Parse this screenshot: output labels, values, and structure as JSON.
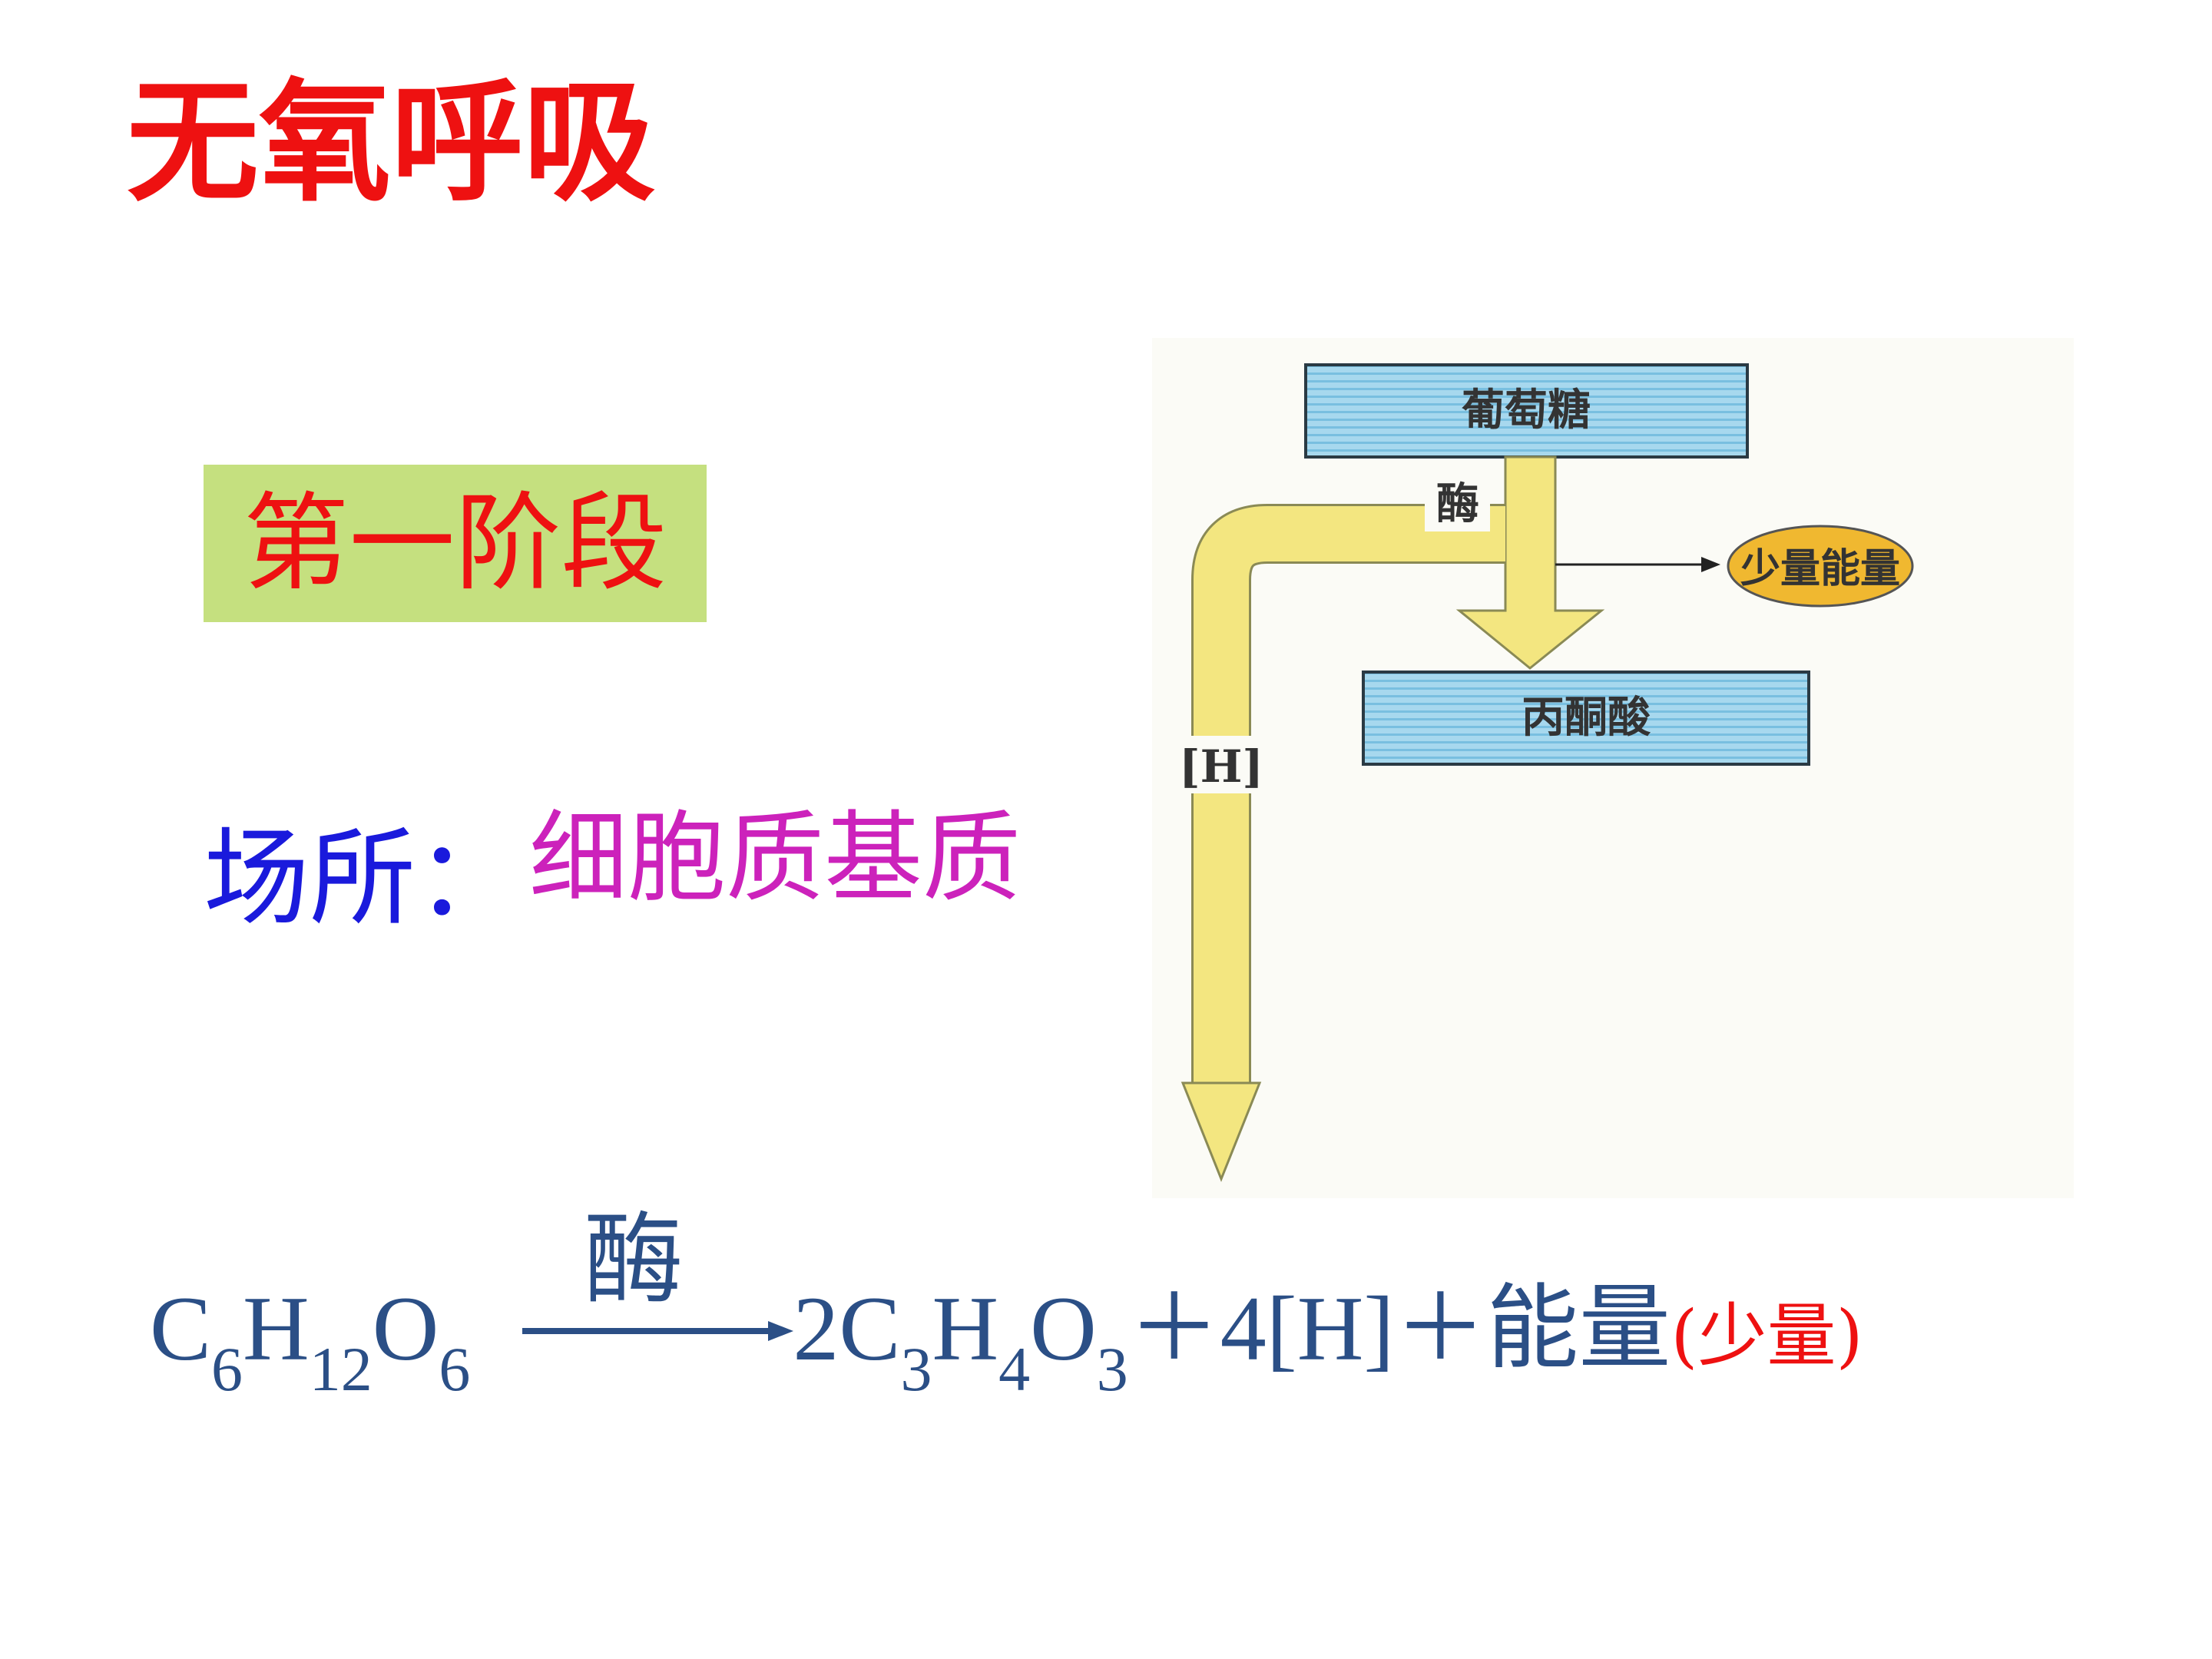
{
  "title": "无氧呼吸",
  "stage": "第一阶段",
  "location": {
    "label": "场所：",
    "value": "细胞质基质"
  },
  "diagram": {
    "glucose": "葡萄糖",
    "enzyme": "酶",
    "energy": "少量能量",
    "pyruvate": "丙酮酸",
    "hydrogen": "[H]"
  },
  "equation": {
    "reactant": {
      "c": "C",
      "c_n": "6",
      "h": "H",
      "h_n": "12",
      "o": "O",
      "o_n": "6"
    },
    "enzyme": "酶",
    "product_coef": "2",
    "product": {
      "c": "C",
      "c_n": "3",
      "h": "H",
      "h_n": "4",
      "o": "O",
      "o_n": "3"
    },
    "plus1": "＋ ",
    "hydrogen": "4[H]",
    "plus2": "＋",
    "energy": "能量",
    "note": "(少量)"
  },
  "colors": {
    "title": "#ee1111",
    "stage_bg": "#c5e07f",
    "location_label": "#1a1adc",
    "location_value": "#cc22bb",
    "equation": "#2b4f86",
    "arrow_yellow": "#f3e680",
    "box_blue": "#8fcbe6"
  }
}
